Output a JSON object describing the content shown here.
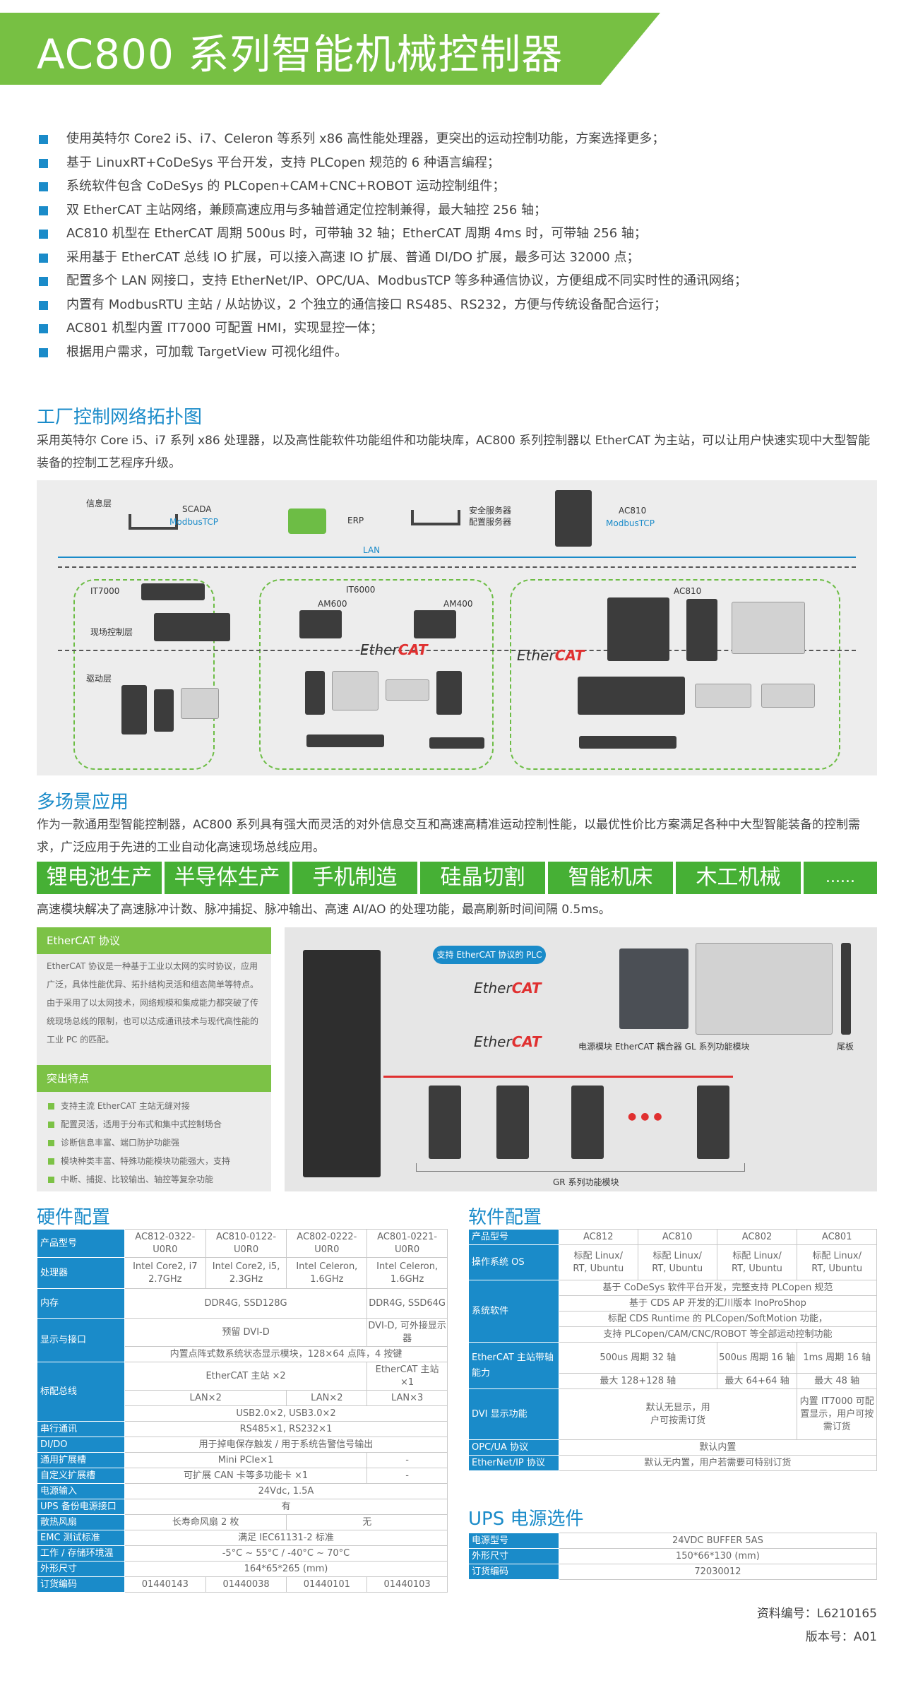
{
  "header": {
    "title": "AC800 系列智能机械控制器",
    "brand_color": "#77c043",
    "accent_color": "#1a8bc9"
  },
  "features": [
    "使用英特尔 Core2 i5、i7、Celeron 等系列 x86 高性能处理器，更突出的运动控制功能，方案选择更多；",
    "基于 LinuxRT+CoDeSys 平台开发，支持 PLCopen 规范的 6 种语言编程；",
    "系统软件包含 CoDeSys 的 PLCopen+CAM+CNC+ROBOT 运动控制组件；",
    "双 EtherCAT 主站网络，兼顾高速应用与多轴普通定位控制兼得，最大轴控 256 轴；",
    "AC810 机型在 EtherCAT 周期 500us 时，可带轴 32 轴；EtherCAT 周期 4ms 时，可带轴 256 轴；",
    "采用基于 EtherCAT 总线 IO 扩展，可以接入高速 IO 扩展、普通 DI/DO 扩展，最多可达 32000 点；",
    "配置多个 LAN 网接口，支持 EtherNet/IP、OPC/UA、ModbusTCP 等多种通信协议，方便组成不同实时性的通讯网络；",
    "内置有 ModbusRTU 主站 / 从站协议，2 个独立的通信接口 RS485、RS232，方便与传统设备配合运行；",
    "AC801 机型内置 IT7000 可配置 HMI，实现显控一体；",
    "根据用户需求，可加载 TargetView 可视化组件。"
  ],
  "network": {
    "heading": "工厂控制网络拓扑图",
    "description": "采用英特尔 Core i5、i7 系列 x86 处理器，以及高性能软件功能组件和功能块库，AC800 系列控制器以 EtherCAT 为主站，可以让用户快速实现中大型智能装备的控制工艺程序升级。",
    "labels": {
      "info_layer": "信息层",
      "scada": "SCADA",
      "modbus_tcp_1": "ModbusTCP",
      "erp": "ERP",
      "security_server": "安全服务器",
      "config_server": "配置服务器",
      "ac810_top": "AC810",
      "modbus_tcp_2": "ModbusTCP",
      "lan": "LAN",
      "it7000": "IT7000",
      "field_layer": "现场控制层",
      "drive_layer": "驱动层",
      "it6000": "IT6000",
      "am600": "AM600",
      "am400": "AM400",
      "ac810_zone": "AC810",
      "ethercat_1": "EtherCAT",
      "ethercat_2": "EtherCAT"
    }
  },
  "applications": {
    "heading": "多场景应用",
    "description": "作为一款通用型智能控制器，AC800 系列具有强大而灵活的对外信息交互和高速高精准运动控制性能，以最优性价比方案满足各种中大型智能装备的控制需求，广泛应用于先进的工业自动化高速现场总线应用。",
    "tabs": [
      "锂电池生产",
      "半导体生产",
      "手机制造",
      "硅晶切割",
      "智能机床",
      "木工机械",
      "......"
    ],
    "tab_color": "#46b035",
    "io_note": "高速模块解决了高速脉冲计数、脉冲捕捉、脉冲输出、高速 AI/AO 的处理功能，最高刷新时间间隔 0.5ms。"
  },
  "ethercat_box": {
    "heading": "EtherCAT 协议",
    "text": "EtherCAT 协议是一种基于工业以太网的实时协议，应用广泛，具体性能优异、拓扑结构灵活和组态简单等特点。由于采用了以太网技术，网络规模和集成能力都突破了传统现场总线的限制，也可以达成通讯技术与现代高性能的工业 PC 的匹配。"
  },
  "highlights_box": {
    "heading": "突出特点",
    "items": [
      "支持主流 EtherCAT 主站无缝对接",
      "配置灵活，适用于分布式和集中式控制场合",
      "诊断信息丰富、端口防护功能强",
      "模块种类丰富、特殊功能模块功能强大，支持",
      "中断、捕捉、比较输出、轴控等复杂功能"
    ]
  },
  "architecture": {
    "plc_callout": "支持 EtherCAT 协议的 PLC",
    "ethercat_a": "EtherCAT",
    "ethercat_b": "EtherCAT",
    "module_caption": "电源模块   EtherCAT 耦合器   GL 系列功能模块",
    "end_plate": "尾板",
    "gr_caption": "GR 系列功能模块",
    "dots": "●●●"
  },
  "hardware": {
    "heading": "硬件配置",
    "label_model": "产品型号",
    "models": [
      "AC812-0322-U0R0",
      "AC810-0122-U0R0",
      "AC802-0222-U0R0",
      "AC801-0221-U0R0"
    ],
    "label_cpu": "处理器",
    "cpus": [
      "Intel Core2, i7 2.7GHz",
      "Intel Core2, i5, 2.3GHz",
      "Intel Celeron, 1.6GHz",
      "Intel Celeron, 1.6GHz"
    ],
    "label_memory": "内存",
    "memory_main": "DDR4G, SSD128G",
    "memory_ac801": "DDR4G, SSD64G",
    "label_display": "显示与接口",
    "display_main": "预留 DVI-D",
    "display_ac801": "DVI-D, 可外接显示器",
    "display_panel": "内置点阵式数系统状态显示模块，128×64 点阵，4 按键",
    "label_bus": "标配总线",
    "bus_master_main": "EtherCAT 主站 ×2",
    "bus_master_ac801": "EtherCAT 主站 ×1",
    "lan_a": "LAN×2",
    "lan_b": "LAN×2",
    "lan_c": "LAN×3",
    "usb": "USB2.0×2, USB3.0×2",
    "label_serial": "串行通讯",
    "serial": "RS485×1, RS232×1",
    "label_dido": "DI/DO",
    "dido": "用于掉电保存触发 / 用于系统告警信号输出",
    "label_general_slot": "通用扩展槽",
    "general_slot": "Mini PCIe×1",
    "general_slot_ac801": "-",
    "label_custom_slot": "自定义扩展槽",
    "custom_slot": "可扩展 CAN 卡等多功能卡 ×1",
    "custom_slot_ac801": "-",
    "label_power": "电源输入",
    "power": "24Vdc, 1.5A",
    "label_ups": "UPS 备份电源接口",
    "ups": "有",
    "label_fan": "散热风扇",
    "fan_left": "长寿命风扇 2 枚",
    "fan_right": "无",
    "label_emc": "EMC 测试标准",
    "emc": "满足 IEC61131-2 标准",
    "label_temp": "工作 / 存储环境温",
    "temp": "-5°C ~ 55°C / -40°C ~ 70°C",
    "label_size": "外形尺寸",
    "size": "164*65*265 (mm)",
    "label_order": "订货编码",
    "order_codes": [
      "01440143",
      "01440038",
      "01440101",
      "01440103"
    ]
  },
  "software": {
    "heading": "软件配置",
    "label_model": "产品型号",
    "models": [
      "AC812",
      "AC810",
      "AC802",
      "AC801"
    ],
    "label_os": "操作系统 OS",
    "os_row1": [
      "标配 Linux/",
      "标配 Linux/",
      "标配 Linux/",
      "标配 Linux/"
    ],
    "os_row2": [
      "RT, Ubuntu",
      "RT, Ubuntu",
      "RT, Ubuntu",
      "RT, Ubuntu"
    ],
    "label_system_sw": "系统软件",
    "system_sw": [
      "基于 CoDeSys 软件平台开发，完整支持 PLCopen 规范",
      "基于 CDS AP 开发的汇川版本 InoProShop",
      "标配 CDS Runtime 的 PLCopen/SoftMotion 功能，",
      "支持 PLCopen/CAM/CNC/ROBOT 等全部运动控制功能"
    ],
    "label_ecat_axis": "EtherCAT 主站带轴能力",
    "ecat_axis_a": "500us 周期 32 轴",
    "ecat_axis_b": "500us 周期 16 轴",
    "ecat_axis_c": "1ms 周期 16 轴",
    "max_axis_a": "最大 128+128 轴",
    "max_axis_b": "最大 64+64 轴",
    "max_axis_c": "最大 48 轴",
    "label_dvi": "DVI 显示功能",
    "dvi_main": "默认无显示，用户可按需订货",
    "dvi_ac801": "内置 IT7000 可配置显示，用户可按需订货",
    "label_opcua": "OPC/UA 协议",
    "opcua": "默认内置",
    "label_enip": "EtherNet/IP 协议",
    "enip": "默认无内置，用户若需要可特别订货"
  },
  "ups_options": {
    "heading": "UPS 电源选件",
    "label_model": "电源型号",
    "model": "24VDC BUFFER 5AS",
    "label_size": "外形尺寸",
    "size": "150*66*130 (mm)",
    "label_order": "订货编码",
    "order": "72030012"
  },
  "footer": {
    "doc_no": "资料编号：L6210165",
    "version": "版本号：A01"
  }
}
